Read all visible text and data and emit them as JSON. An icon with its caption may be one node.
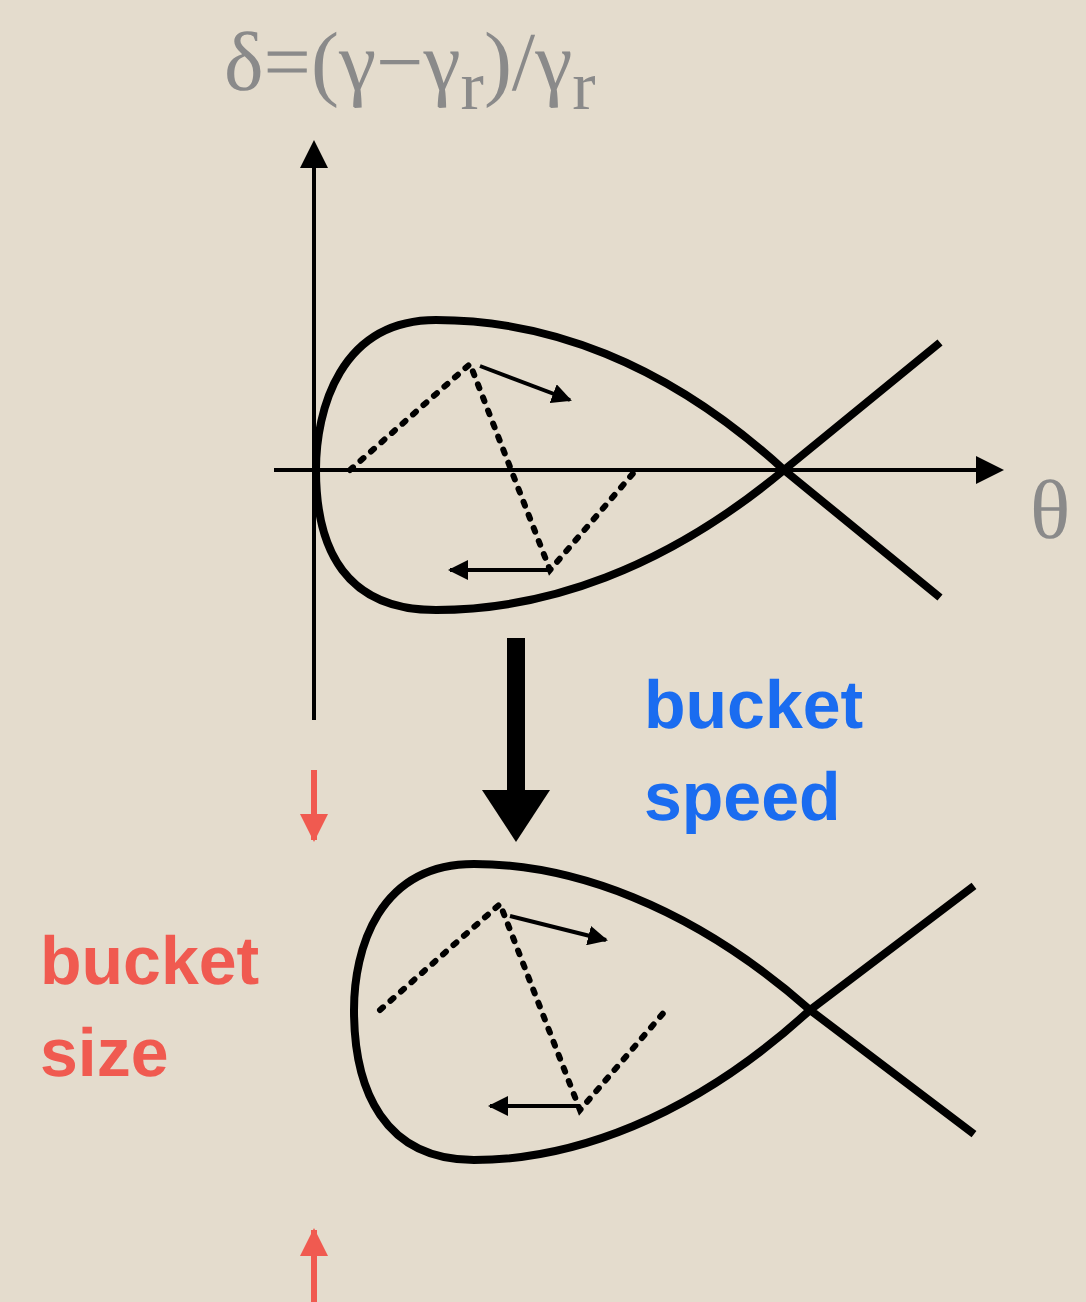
{
  "diagram": {
    "nodes": [
      {
        "text": [],
        "shape": "picture"
      },
      {
        "text": [],
        "shape": "picture"
      }
    ],
    "edges": [
      {
        "from": 0,
        "to": 1,
        "arrow": "to",
        "label": "bucket speed"
      }
    ],
    "labels": [
      "δ=(γ−γ$_{r}$)/γ$_{r}$",
      "θ",
      "bucket size"
    ]
  }
}
